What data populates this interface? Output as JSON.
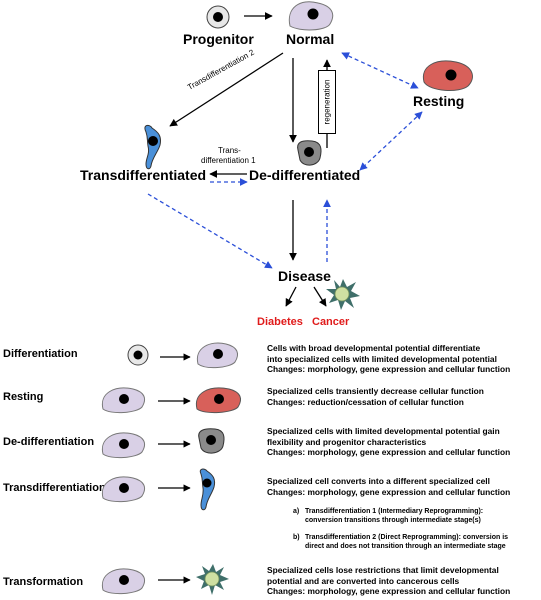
{
  "diagram": {
    "nodes": {
      "progenitor": "Progenitor",
      "normal": "Normal",
      "resting": "Resting",
      "transdifferentiated": "Transdifferentiated",
      "dedifferentiated": "De-differentiated",
      "disease": "Disease",
      "diabetes": "Diabetes",
      "cancer": "Cancer"
    },
    "edges": {
      "transdifferentiation_2": "Transdifferentiation 2",
      "transdifferentiation_1_line1": "Trans-",
      "transdifferentiation_1_line2": "differentiation 1",
      "regeneration": "regeneration"
    },
    "colors": {
      "blue_dashed": "#2b4fd8",
      "normal_cell": "#d9d0e6",
      "resting_cell": "#d8605a",
      "dediff_cell": "#8a8a8a",
      "trans_cell": "#4a90d9",
      "cancer_cell": "#cfe0a2",
      "cancer_spike": "#3f6f6a",
      "disease_red": "#e01b1b"
    }
  },
  "rows": [
    {
      "title": "Differentiation",
      "lines": [
        "Cells with broad developmental potential differentiate",
        "into specialized cells with limited developmental potential",
        "Changes:  morphology, gene expression and cellular function"
      ]
    },
    {
      "title": "Resting",
      "lines": [
        "Specialized cells transiently decrease cellular function",
        "Changes:  reduction/cessation of cellular function"
      ]
    },
    {
      "title": "De-differentiation",
      "lines": [
        "Specialized cells with limited developmental potential gain",
        "flexibility and progenitor characteristics",
        "Changes:  morphology, gene expression and cellular function"
      ]
    },
    {
      "title": "Transdifferentiation",
      "lines": [
        "Specialized cell converts into a different specialized cell",
        "Changes:  morphology, gene expression and cellular function"
      ],
      "subitems": [
        {
          "key": "a)",
          "lines": [
            "Transdifferentiation 1 (Intermediary Reprogramming):",
            "conversion transitions through intermediate stage(s)"
          ]
        },
        {
          "key": "b)",
          "lines": [
            "Transdifferentiation 2 (Direct Reprogramming):  conversion is",
            "direct and does not transition through an intermediate stage"
          ]
        }
      ]
    },
    {
      "title": "Transformation",
      "lines": [
        "Specialized cells lose restrictions that limit developmental",
        "potential and are converted into cancerous cells",
        "Changes:  morphology, gene expression and cellular function"
      ]
    }
  ]
}
